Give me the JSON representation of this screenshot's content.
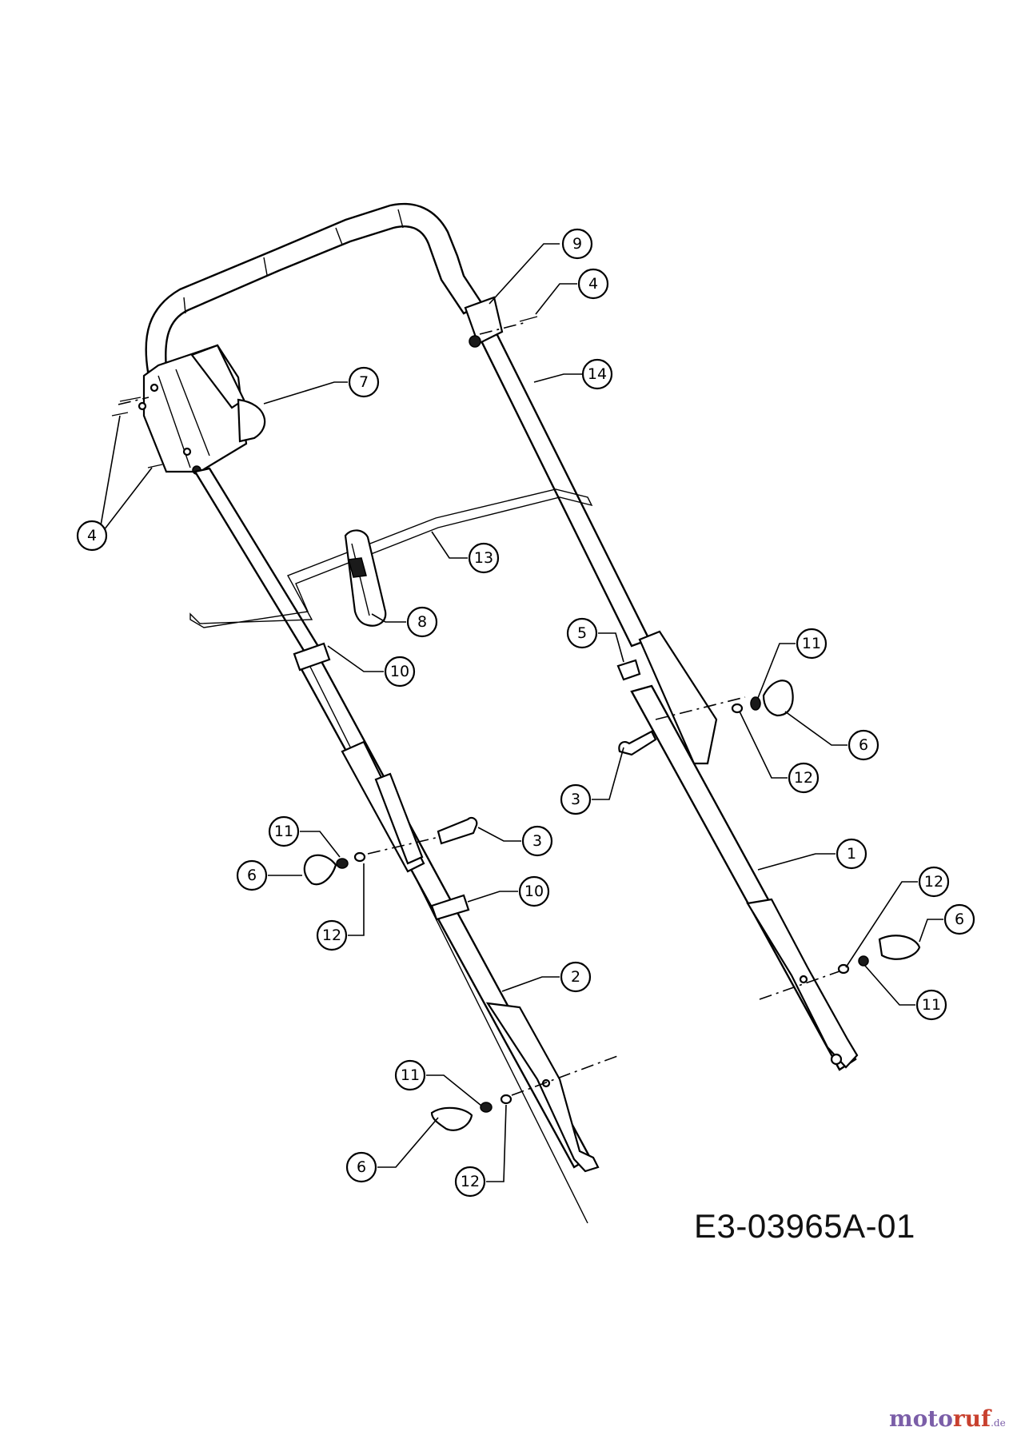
{
  "drawing_number": "E3-03965A-01",
  "watermark": {
    "part1": "moto",
    "part2": "ruf",
    "part3": ".de"
  },
  "callouts": [
    "9",
    "4",
    "7",
    "14",
    "4",
    "13",
    "8",
    "5",
    "11",
    "10",
    "6",
    "12",
    "3",
    "1",
    "3",
    "11",
    "6",
    "10",
    "12",
    "12",
    "6",
    "2",
    "11",
    "11",
    "6",
    "12"
  ]
}
